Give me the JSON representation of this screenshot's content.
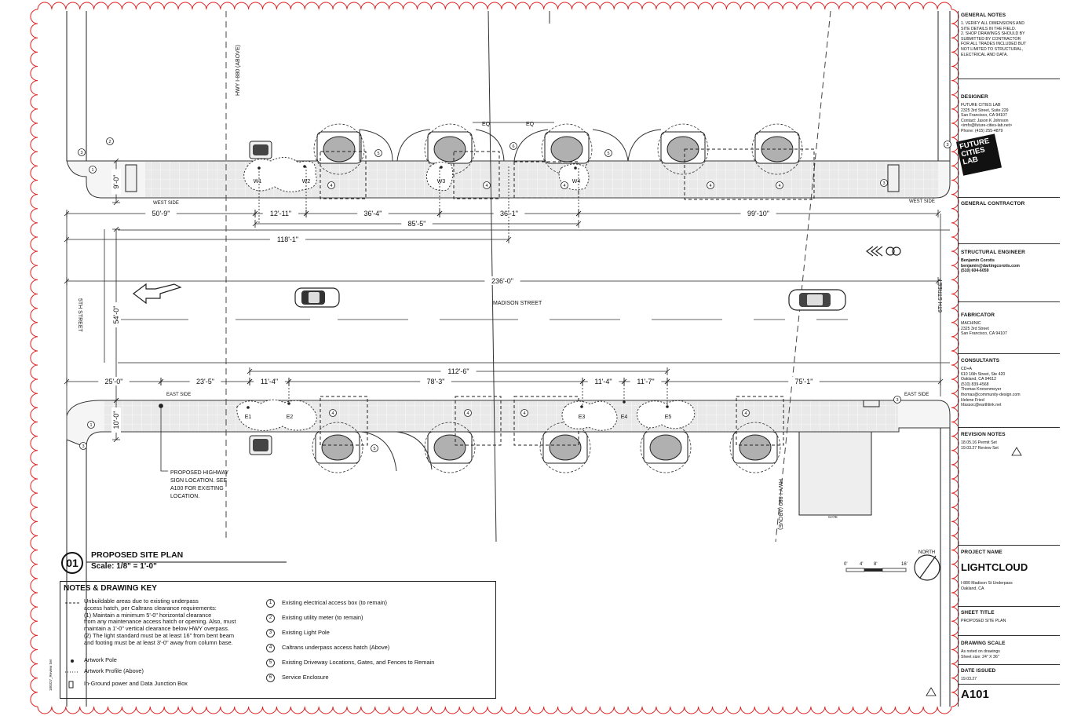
{
  "plan": {
    "title": "PROPOSED SITE PLAN",
    "scale": "Scale: 1/8\" = 1'-0\"",
    "number": "01",
    "labels": {
      "hwy_above_top": "HWY I-880 (ABOVE)",
      "hwy_above_bottom": "HWY I-880 (ABOVE)",
      "fifth_street": "5TH STREET",
      "sixth_street": "6TH STREET",
      "madison_street": "MADISON STREET",
      "west_side_left": "WEST SIDE",
      "west_side_right": "WEST SIDE",
      "east_side_left": "EAST SIDE",
      "east_side_right": "EAST SIDE",
      "gate": "GATE",
      "highway_sign": "PROPOSED HIGHWAY\nSIGN LOCATION. SEE\nA100 FOR EXISTING\nLOCATION.",
      "eq": "EQ",
      "north": "NORTH",
      "scale_ticks": [
        "0'",
        "4'",
        "8'",
        "16'"
      ],
      "margin_id": "180327_Review Set"
    },
    "dimensions": {
      "top": [
        "50'-9\"",
        "12'-11\"",
        "36'-4\"",
        "36'-1\"",
        "99'-10\"",
        "85'-5\"",
        "118'-1\"",
        "236'-0\"",
        "9'-0\"",
        "54'-0\""
      ],
      "bottom": [
        "25'-0\"",
        "23'-5\"",
        "11'-4\"",
        "78'-3\"",
        "11'-4\"",
        "11'-7\"",
        "75'-1\"",
        "112'-6\"",
        "10'-0\""
      ]
    },
    "artworks_west": [
      "W1",
      "W2",
      "W3",
      "W4"
    ],
    "artworks_east": [
      "E1",
      "E2",
      "E3",
      "E4",
      "E5"
    ]
  },
  "notes": {
    "title": "NOTES & DRAWING KEY",
    "unbuildable": "Unbuildable areas due to existing underpass\naccess hatch, per Caltrans clearance requirements:\n(1)  Maintain a minimum 5'-0\" horizontal clearance\nfrom any maintenance access hatch or opening.  Also, must\nmaintain a 1'-0\" vertical clearance below HWY overpass.\n(2)  The light standard must be at least 16\" from bent beam\nand footing must be at least 3'-0\" away from column base.",
    "artwork_pole": "Artwork Pole",
    "artwork_profile": "Artwork Profile (Above)",
    "junction_box": "In-Ground power and Data Junction Box",
    "key": [
      {
        "num": "1",
        "text": "Existing electrical access box (to remain)"
      },
      {
        "num": "2",
        "text": "Existing utility meter (to remain)"
      },
      {
        "num": "3",
        "text": "Existing Light Pole"
      },
      {
        "num": "4",
        "text": "Caltrans underpass access hatch (Above)"
      },
      {
        "num": "5",
        "text": "Existing Driveway Locations, Gates, and Fences to Remain"
      },
      {
        "num": "6",
        "text": "Service Enclosure"
      }
    ]
  },
  "titleblock": {
    "general_notes_head": "GENERAL NOTES",
    "general_notes": "1. VERIFY ALL DIMENSIONS AND\nSITE DETAILS IN THE FIELD.\n2. SHOP DRAWINGS SHOULD BY\nSUBMITTED BY CONTRACTOR\nFOR ALL TRADES INCLUDED BUT\nNOT LIMITED TO STRUCTURAL,\nELECTRICAL AND DATA.",
    "designer_head": "DESIGNER",
    "designer": "FUTURE CITIES LAB\n2325 3rd Street, Suite 229\nSan Francisco, CA 94107\nContact: Jason K Johnson\n<imfo@future-cities-lab.net>\nPhone: (415) 255-4879",
    "logo": [
      "FUTURE",
      "CITIES",
      "LAB"
    ],
    "general_contractor_head": "GENERAL CONTRACTOR",
    "structural_head": "STRUCTURAL ENGINEER",
    "structural": "Benjamin Corotis\nbenjamin@dartingcorotis.com\n(510) 604-6059",
    "fabricator_head": "FABRICATOR",
    "fabricator": "MACHINIC\n2325 3rd Street\nSan Francisco, CA 94107",
    "consultants_head": "CONSULTANTS",
    "consultants": "CD+A\n610 16th Street, Ste 420\nOakland, CA 94612\n(510) 839-4568\nThomas Kronenmeyer\nthomas@community-design.com\nHelene Fried\nhfassoc@earthlink.net",
    "revision_head": "REVISION NOTES",
    "revisions": "18.05.16    Permit Set\n19.03.27 Review Set",
    "project_name_head": "PROJECT NAME",
    "project_name": "LIGHTCLOUD",
    "project_location": "I-880 Madison St Underpass\nOakland, CA",
    "sheet_title_head": "SHEET TITLE",
    "sheet_title": "PROPOSED SITE PLAN",
    "drawing_scale_head": "DRAWING SCALE",
    "drawing_scale": "As noted on drawings\nSheet size: 24\" X 36\"",
    "date_issued_head": "DATE ISSUED",
    "date_issued": "19.03.27",
    "sheet_number": "A101"
  },
  "colors": {
    "revision_cloud": "#e02020",
    "ink": "#111111",
    "paving": "#e6e6e6",
    "tree": "#b0b0b0"
  }
}
